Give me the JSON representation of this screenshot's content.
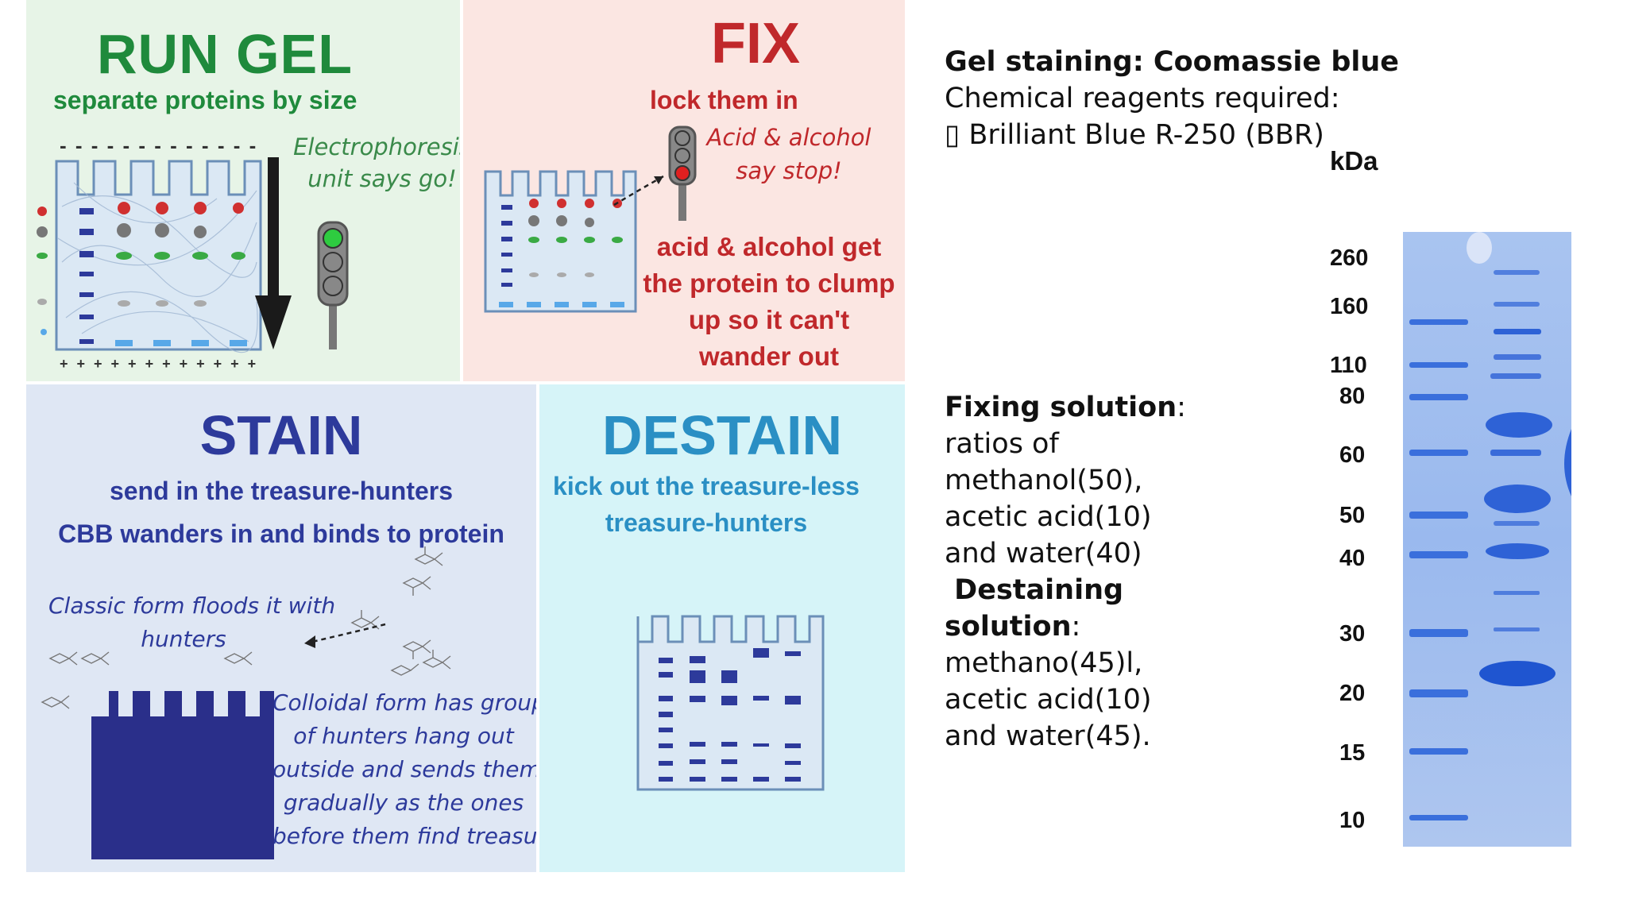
{
  "run_gel": {
    "title": "RUN GEL",
    "subtitle": "separate proteins by size",
    "note": [
      "Electrophoresis",
      "unit says go!"
    ],
    "minus_signs": "- - - - - - - - - - - - -",
    "plus_signs": "+ + + + + + + + + + + +"
  },
  "fix": {
    "title": "FIX",
    "subtitle": "lock them in",
    "note": [
      "Acid & alcohol",
      "say stop!"
    ],
    "body": [
      "acid & alcohol get",
      "the protein to clump",
      "up so it can't",
      "wander out"
    ]
  },
  "stain": {
    "title": "STAIN",
    "subtitle_1": "send in the treasure-hunters",
    "subtitle_2": "CBB wanders in and binds to protein",
    "classic_note": [
      "Classic form floods it with",
      "hunters"
    ],
    "colloidal_note": [
      "Colloidal form has groups",
      "of hunters hang out",
      "outside and sends them in",
      "gradually as the ones",
      "before them find treasure"
    ]
  },
  "destain": {
    "title": "DESTAIN",
    "subtitle": [
      "kick out the treasure-less",
      "treasure-hunters"
    ]
  },
  "text": {
    "heading": "Gel staining: Coomassie blue",
    "reagents_label": "Chemical reagents required:",
    "reagent_1": "▯ Brilliant Blue R-250 (BBR)",
    "fixing_label": "Fixing solution",
    "fixing_colon": ":",
    "fixing_lines": [
      "ratios of",
      "methanol(50),",
      "acetic acid(10)",
      "and water(40)"
    ],
    "destaining_label_1": " Destaining",
    "destaining_label_2": "solution",
    "destaining_colon": ":",
    "destaining_lines": [
      "methano(45)l,",
      "acetic acid(10)",
      "and water(45)."
    ]
  },
  "gel_photo": {
    "unit": "kDa",
    "markers": [
      "260",
      "160",
      "110",
      "80",
      "60",
      "50",
      "40",
      "30",
      "20",
      "15",
      "10"
    ],
    "gel_color": "#9cbbee",
    "band_color": "#2e62d6"
  },
  "colors": {
    "green_title": "#1f8a3c",
    "red_title": "#c0282b",
    "stain_title": "#2d3a9b",
    "destain_title": "#2a8fc4",
    "panel_green": "#e6f4e6",
    "panel_red": "#fbe6e2",
    "panel_blue": "#dfe7f4",
    "panel_cyan": "#d6f4f8"
  }
}
